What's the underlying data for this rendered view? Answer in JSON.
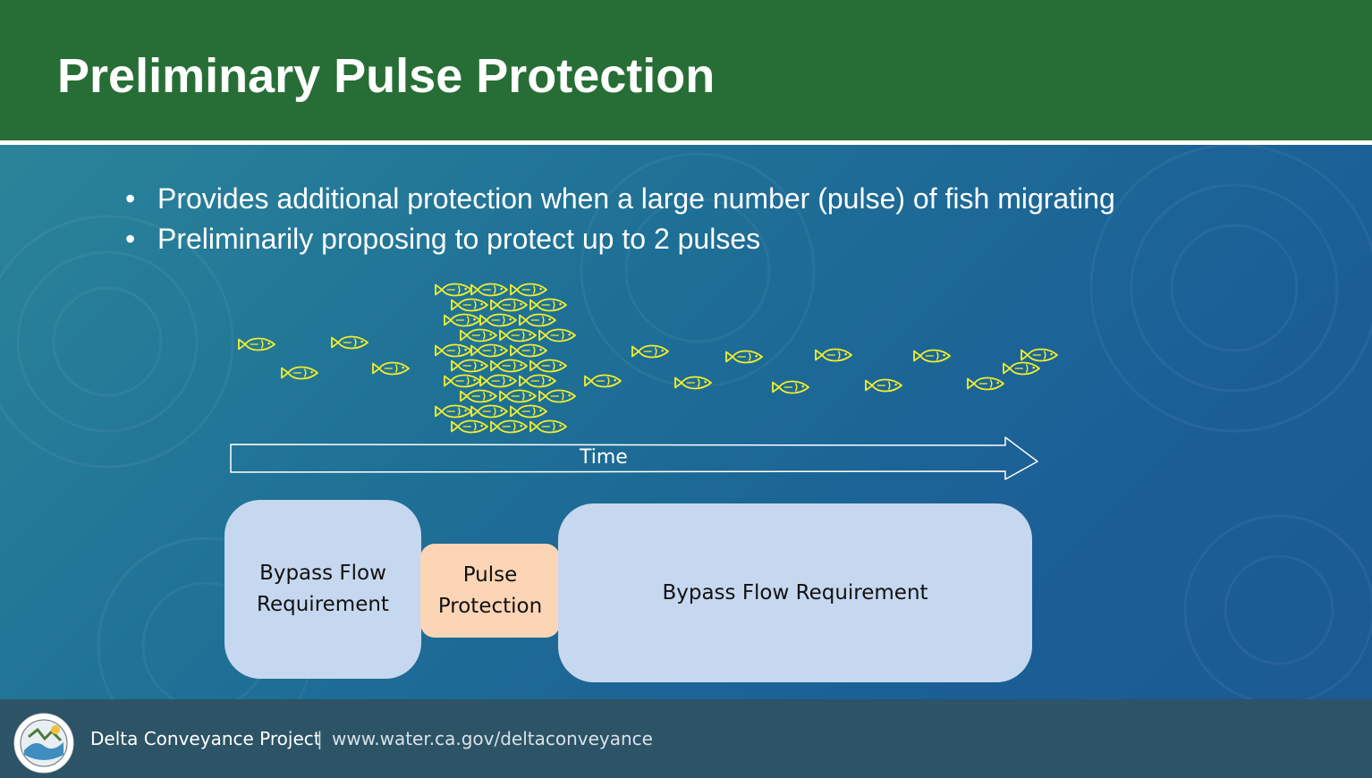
{
  "slide": {
    "title": "Preliminary Pulse Protection",
    "bullets": [
      "Provides additional protection when a large number (pulse) of fish migrating",
      "Preliminarily proposing to protect up to 2 pulses"
    ],
    "bullet_glyph": "•"
  },
  "diagram": {
    "time_label": "Time",
    "boxes": {
      "bypass_left": "Bypass Flow Requirement",
      "pulse": "Pulse Protection",
      "bypass_right": "Bypass Flow Requirement"
    },
    "fish_before_pulse": 5,
    "fish_in_pulse": 30,
    "fish_after_pulse": 10,
    "icons": [
      "fish-icon",
      "time-arrow-icon",
      "state-seal-icon"
    ]
  },
  "footer": {
    "project": "Delta Conveyance Project",
    "separator": "|",
    "url": "www.water.ca.gov/deltaconveyance"
  },
  "colors": {
    "header_green": "#276e36",
    "water_blue": "#1f6a8e",
    "fish_yellow": "#f2ee2c",
    "bypass_box": "#c6d8ef",
    "pulse_box": "#fbd5b5",
    "footer_slate": "#2c5366"
  }
}
